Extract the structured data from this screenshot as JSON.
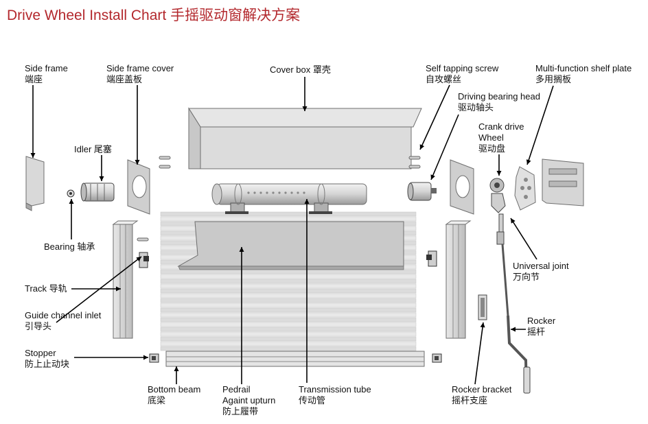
{
  "title": "Drive Wheel Install Chart 手摇驱动窗解决方案",
  "labels": {
    "side_frame": [
      "Side frame",
      "端座"
    ],
    "side_frame_cover": [
      "Side frame cover",
      "端座盖板"
    ],
    "cover_box": [
      "Cover box  罩壳"
    ],
    "self_tapping_screw": [
      "Self tapping screw",
      "自攻螺丝"
    ],
    "multi_function_plate": [
      "Multi-function shelf plate",
      "多用搁板"
    ],
    "driving_bearing_head": [
      "Driving bearing head",
      "驱动轴头"
    ],
    "crank_drive_wheel": [
      "Crank drive",
      "Wheel",
      "驱动盘"
    ],
    "idler": [
      "Idler 尾塞"
    ],
    "bearing": [
      "Bearing 轴承"
    ],
    "universal_joint": [
      "Universal joint",
      "万向节"
    ],
    "track": [
      "Track 导轨"
    ],
    "guide_channel_inlet": [
      "Guide channel inlet",
      "引导头"
    ],
    "rocker": [
      "Rocker",
      "摇杆"
    ],
    "stopper": [
      "Stopper",
      "防上止动块"
    ],
    "bottom_beam": [
      "Bottom beam",
      "底梁"
    ],
    "pedrail": [
      "Pedrail",
      "Againt upturn",
      "防上履带"
    ],
    "transmission_tube": [
      "Transmission tube",
      "传动管"
    ],
    "rocker_bracket": [
      "Rocker bracket",
      "摇杆支座"
    ]
  },
  "colors": {
    "title": "#b3282d",
    "part_fill": "#d9d9d9",
    "part_stroke": "#6e6e6e",
    "slat": "#d2d2d2"
  }
}
